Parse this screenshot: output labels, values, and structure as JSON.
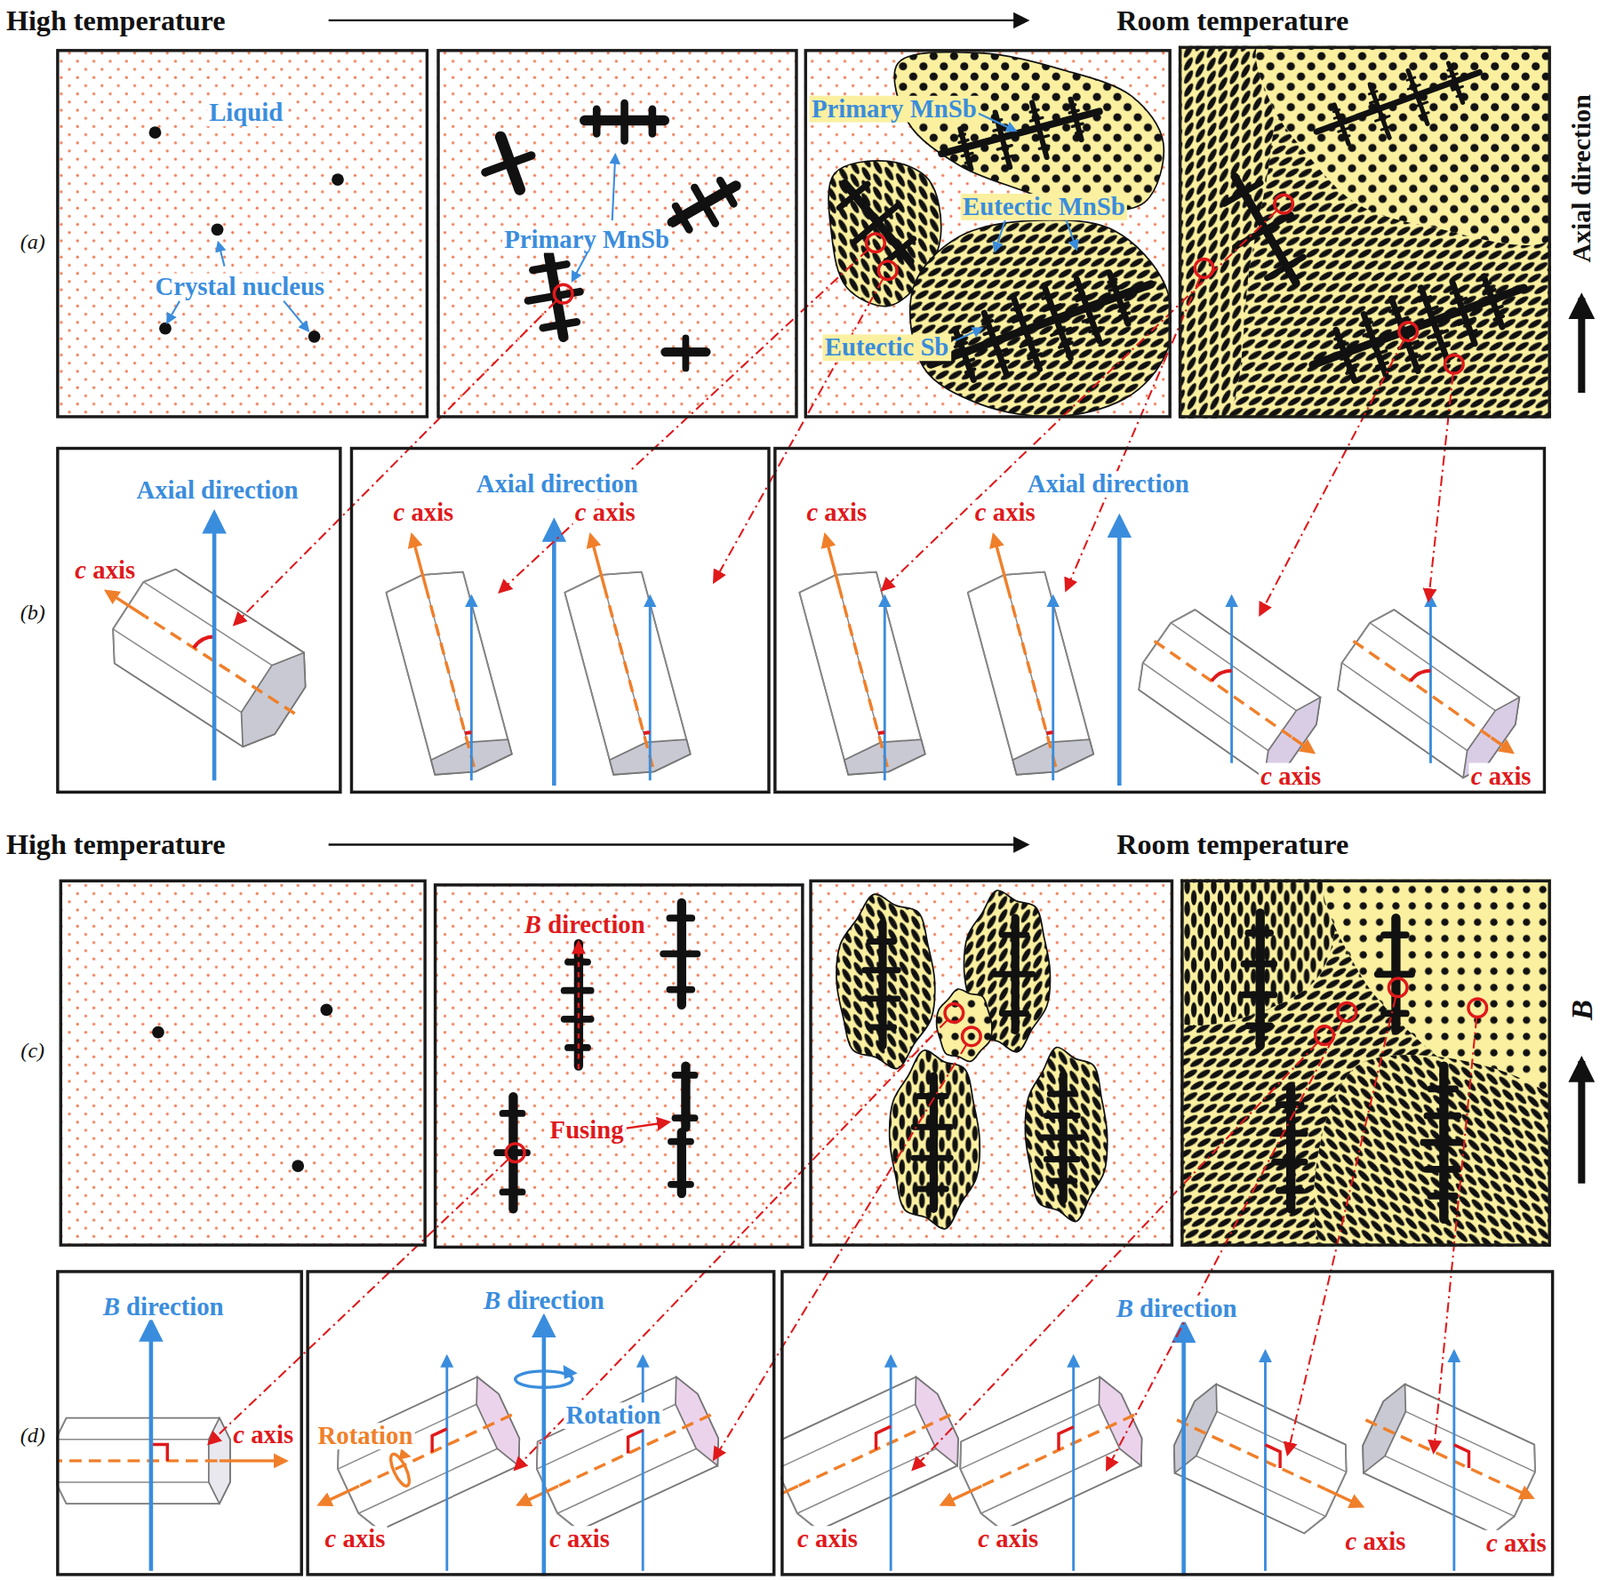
{
  "diagram": {
    "nodes": [
      {
        "text": [
          "Liquid",
          "Crystal nucleus"
        ]
      },
      {
        "text": [
          "Primary MnSb"
        ]
      },
      {
        "text": [
          "Primary MnSb",
          "Eutectic MnSb",
          "Eutectic Sb"
        ]
      },
      {
        "text": [
          "Axial direction",
          "c axis"
        ]
      },
      {
        "text": [
          "Axial direction",
          "c axis",
          "c axis"
        ]
      },
      {
        "text": [
          "Axial direction",
          "c axis",
          "c axis",
          "c axis",
          "c axis"
        ]
      },
      {
        "text": [
          "B direction",
          "Fusing"
        ]
      },
      {
        "text": [
          "B direction",
          "c axis"
        ]
      },
      {
        "text": [
          "B direction",
          "Rotation",
          "Rotation",
          "c axis",
          "c axis"
        ]
      },
      {
        "text": [
          "B direction",
          "c axis",
          "c axis",
          "c axis",
          "c axis"
        ]
      }
    ],
    "labels": [
      "High temperature",
      "Room temperature",
      "Axial direction",
      "(a)",
      "(b)",
      "High temperature",
      "Room temperature",
      "B",
      "(c)",
      "(d)"
    ]
  }
}
